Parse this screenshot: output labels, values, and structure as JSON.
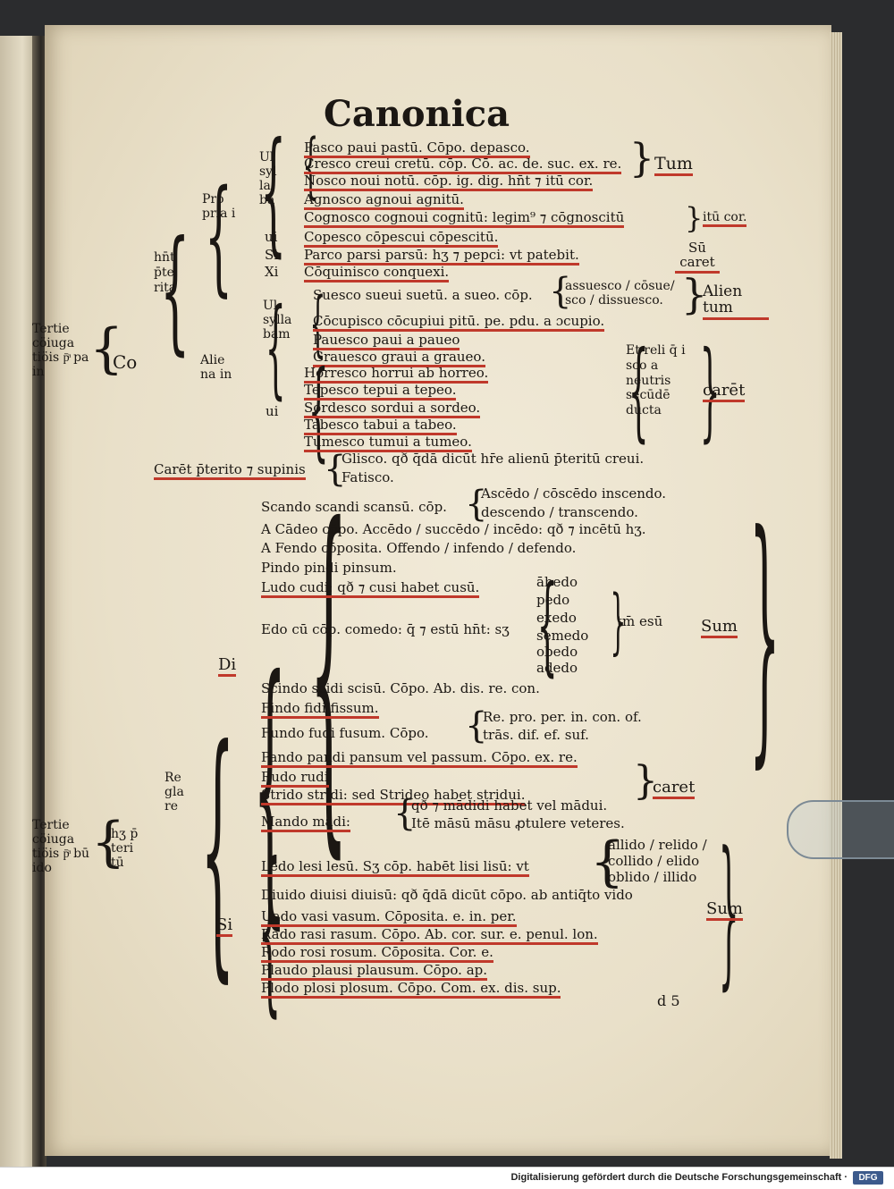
{
  "page": {
    "heading": "Canonica",
    "folio": "d 5"
  },
  "sec1": {
    "label": "Tertie cöiuga tiöis p̄ͣ pa in",
    "co": "Co",
    "hnt": "hn̄t p̄te rita",
    "propria": "Pro pria i",
    "aliena": "Alie na in",
    "vl_syllaba": "Ul syl la bā",
    "ui": "ui",
    "si": "Si",
    "xi": "Xi",
    "vl_syllabam": "Ul sylla bam",
    "ui2": "ui",
    "lines": [
      "Pasco paui pastū. Cōpo. depasco.",
      "Cresco creui cretū. cōp. Cō. ac. de. suc. ex. re.",
      "Nosco noui notū. cōp. ig. dig. hn̄t ⁊ itū cor.",
      "Agnosco agnoui agnitū.",
      "Cognosco cognoui cognitū: legim⁹ ⁊ cōgnoscitū",
      "Copesco cōpescui cōpescitū.",
      "Parco parsi parsū: hʒ ⁊ pepci: vt patebit.",
      "Cōquinisco conquexi."
    ],
    "tum": "Tum",
    "itu_cor": "itū cor.",
    "su_caret": "Sū caret",
    "alien_lines": [
      "Suesco sueui suetū. a sueo. cōp.",
      "Cōcupisco cōcupiui pitū. pe. pdu. a ɔcupio.",
      "Pauesco paui a paueo",
      "Grauesco graui a graueo."
    ],
    "assuesco": "assuesco / cōsue/ sco / dissuesco.",
    "alien_tum": "Alien tum",
    "ui_lines": [
      "Horresco horrui ab horreo.",
      "Tepesco tepui a tepeo.",
      "Sordesco sordui a sordeo.",
      "Tabesco tabui a tabeo.",
      "Tumesco tumui a tumeo."
    ],
    "et_reli": "Et reli q̄ i sco a neutris secūdē ducta",
    "caret": "carēt",
    "caret_perterito": "Carēt p̄terito ⁊ supinis",
    "gliscit": "Glisco. qð q̄dā dicūt hr̄e alienū p̄teritū creui.",
    "fatisco": "Fatisco."
  },
  "sec2": {
    "label": "Tertie cöiuga tiöis p̄ͣ bū ido",
    "hz_pteritu": "hʒ p̄ teri tū",
    "regulare": "Re gla re",
    "di": "Di",
    "si": "Si",
    "di_lines": [
      "Scando scandi scansū. cōp.",
      "A Cādeo cōpo. Accēdo / succēdo / incēdo: qð ⁊ incētū hʒ.",
      "A Fendo cōposita. Offendo / infendo / defendo.",
      "Pindo pindi pinsum.",
      "Ludo cudi: qð ⁊ cusi habet cusū.",
      "Edo cū cōp. comedo: q̄ ⁊ estū hn̄t: sʒ",
      "Scindo scidi scisū. Cōpo. Ab. dis. re. con.",
      "Findo fidi fissum.",
      "Fundo fudi fusum. Cōpo.",
      "Pando pandi pansum vel passum. Cōpo. ex. re.",
      "Rudo rudi",
      "Strido stridi: sed Strideo habet stridui.",
      "Mando mādi:"
    ],
    "ascendo": "Ascēdo / cōscēdo inscendo.",
    "descendo": "descendo / transcendo.",
    "edo_compounds": [
      "ābedo",
      "pedo",
      "exedo",
      "semedo",
      "obedo",
      "adedo"
    ],
    "tm_esu": "tm̄ esū",
    "re_pro": "Re. pro. per. in. con. of.",
    "tras": "trās. dif. ef. suf.",
    "caret": "caret",
    "mando_1": "qð ⁊ mādidi habet vel mādui.",
    "mando_2": "Itē māsū māsu ꝓtulere veteres.",
    "sum": "Sum",
    "si_lines": [
      "Ledo lesi lesū. Sʒ cōp. habēt lisi lisū: vt",
      "Diuido diuisi diuisū: qð q̄dā dicūt cōpo. ab antiq̄to vido",
      "Uado vasi vasum. Cōposita. e. in. per.",
      "Rado rasi rasum. Cōpo. Ab. cor. sur. e. penul. lon.",
      "Rodo rosi rosum. Cōposita. Cor. e.",
      "Plaudo plausi plausum. Cōpo. ap.",
      "Plodo plosi plosum. Cōpo. Com. ex. dis. sup."
    ],
    "allido": [
      "allido / relido /",
      "collido / elido",
      "oblido / illido"
    ],
    "sum2": "Sum"
  },
  "footer": {
    "text": "Digitalisierung gefördert durch die Deutsche Forschungsgemeinschaft ·",
    "logo": "DFG"
  }
}
